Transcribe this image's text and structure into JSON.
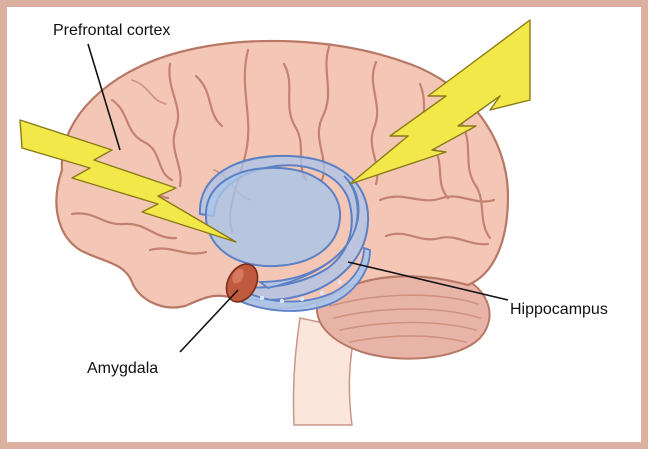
{
  "labels": {
    "prefrontal": "Prefrontal cortex",
    "hippocampus": "Hippocampus",
    "amygdala": "Amygdala"
  },
  "colors": {
    "frame": "#dcb0a0",
    "brain": "#f3c6b6",
    "brain_outline": "#b87866",
    "limbic_fill": "#a9c4ea",
    "limbic_outline": "#5b80c4",
    "amygdala": "#c05a3e",
    "lightning": "#f3e84a",
    "lightning_outline": "#8a7b16",
    "cerebellum": "#e9b4a8",
    "brainstem": "#fbe6dc"
  },
  "icons": [
    "lightning-bolt-icon",
    "lightning-bolt-icon"
  ]
}
